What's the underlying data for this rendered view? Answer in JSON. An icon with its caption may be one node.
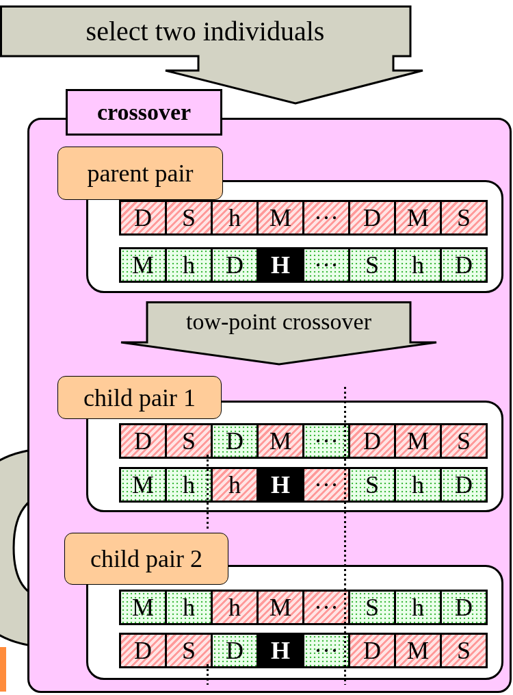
{
  "diagram": {
    "nodes": [
      {
        "text": [
          "select two individuals"
        ]
      },
      {
        "text": [
          "crossover"
        ]
      },
      {
        "text": [
          "parent pair"
        ],
        "in": 1
      },
      {
        "text": [
          "tow-point crossover"
        ],
        "in": 1
      },
      {
        "text": [
          "child pair 1"
        ],
        "in": 1
      },
      {
        "text": [
          "child pair 2"
        ],
        "in": 1
      }
    ],
    "edges": [],
    "labels": [
      "D",
      "S",
      "h",
      "M",
      "···",
      "D",
      "M",
      "S",
      "M",
      "h",
      "D",
      "H",
      "···",
      "S",
      "h",
      "D",
      "D",
      "S",
      "D",
      "M",
      "···",
      "D",
      "M",
      "S",
      "M",
      "h",
      "h",
      "H",
      "···",
      "S",
      "h",
      "D",
      "M",
      "h",
      "h",
      "M",
      "···",
      "S",
      "h",
      "D",
      "D",
      "S",
      "D",
      "H",
      "···",
      "D",
      "M",
      "S"
    ]
  }
}
